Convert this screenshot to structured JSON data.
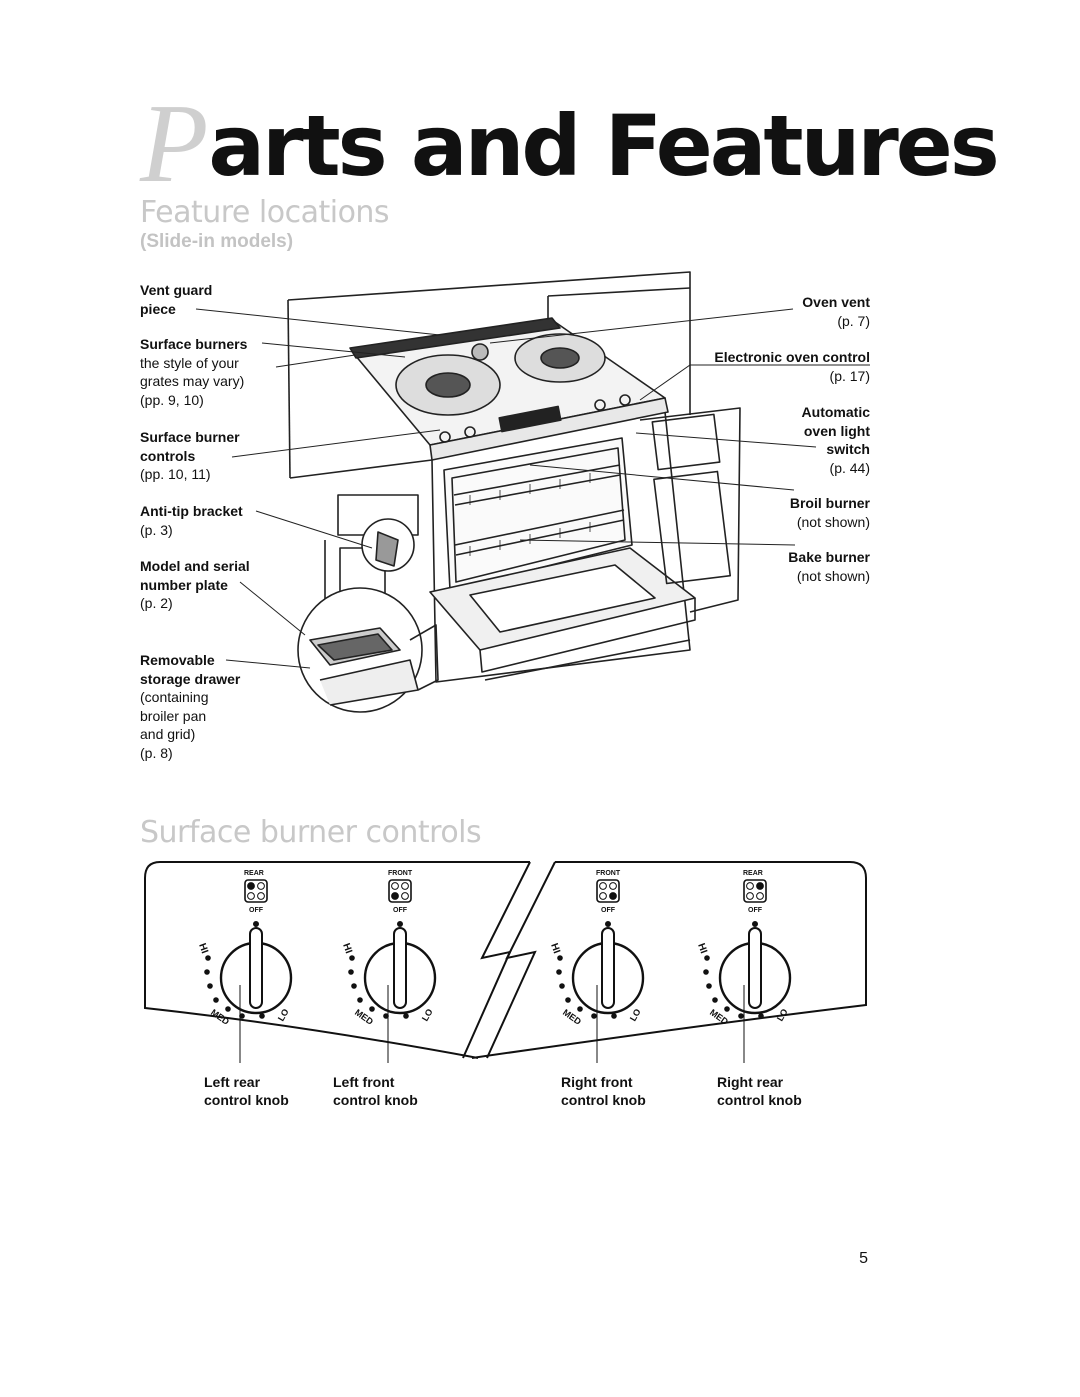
{
  "page": {
    "title_initial": "P",
    "title_rest": "arts and Features",
    "page_number": "5"
  },
  "feature_locations": {
    "heading": "Feature locations",
    "subheading": "(Slide-in models)",
    "left_labels": [
      {
        "bold": [
          "Vent guard",
          "piece"
        ],
        "normal": []
      },
      {
        "bold": [
          "Surface burners"
        ],
        "normal": [
          "the style of your",
          "grates may vary)",
          "(pp. 9, 10)"
        ]
      },
      {
        "bold": [
          "Surface burner",
          "controls"
        ],
        "normal": [
          "(pp. 10, 11)"
        ]
      },
      {
        "bold": [
          "Anti-tip bracket"
        ],
        "normal": [
          "(p. 3)"
        ]
      },
      {
        "bold": [
          "Model and serial",
          "number plate"
        ],
        "normal": [
          "(p. 2)"
        ]
      },
      {
        "bold": [
          "Removable",
          "storage drawer"
        ],
        "normal": [
          "(containing",
          "broiler pan",
          "and grid)",
          "(p. 8)"
        ]
      }
    ],
    "right_labels": [
      {
        "bold": [
          "Oven vent"
        ],
        "normal": [
          "(p. 7)"
        ]
      },
      {
        "bold": [
          "Electronic oven control"
        ],
        "normal": [
          "(p. 17)"
        ]
      },
      {
        "bold": [
          "Automatic",
          "oven light",
          "switch"
        ],
        "normal": [
          "(p. 44)"
        ]
      },
      {
        "bold": [
          "Broil burner"
        ],
        "normal": [
          "(not shown)"
        ]
      },
      {
        "bold": [
          "Bake burner"
        ],
        "normal": [
          "(not shown)"
        ]
      }
    ]
  },
  "surface_controls": {
    "heading": "Surface burner controls",
    "knobs": [
      {
        "position": "REAR",
        "off": "OFF",
        "hi": "HI",
        "med": "MED",
        "lo": "LO",
        "label": [
          "Left rear",
          "control knob"
        ]
      },
      {
        "position": "FRONT",
        "off": "OFF",
        "hi": "HI",
        "med": "MED",
        "lo": "LO",
        "label": [
          "Left front",
          "control knob"
        ]
      },
      {
        "position": "FRONT",
        "off": "OFF",
        "hi": "HI",
        "med": "MED",
        "lo": "LO",
        "label": [
          "Right front",
          "control knob"
        ]
      },
      {
        "position": "REAR",
        "off": "OFF",
        "hi": "HI",
        "med": "MED",
        "lo": "LO",
        "label": [
          "Right rear",
          "control knob"
        ]
      }
    ]
  }
}
